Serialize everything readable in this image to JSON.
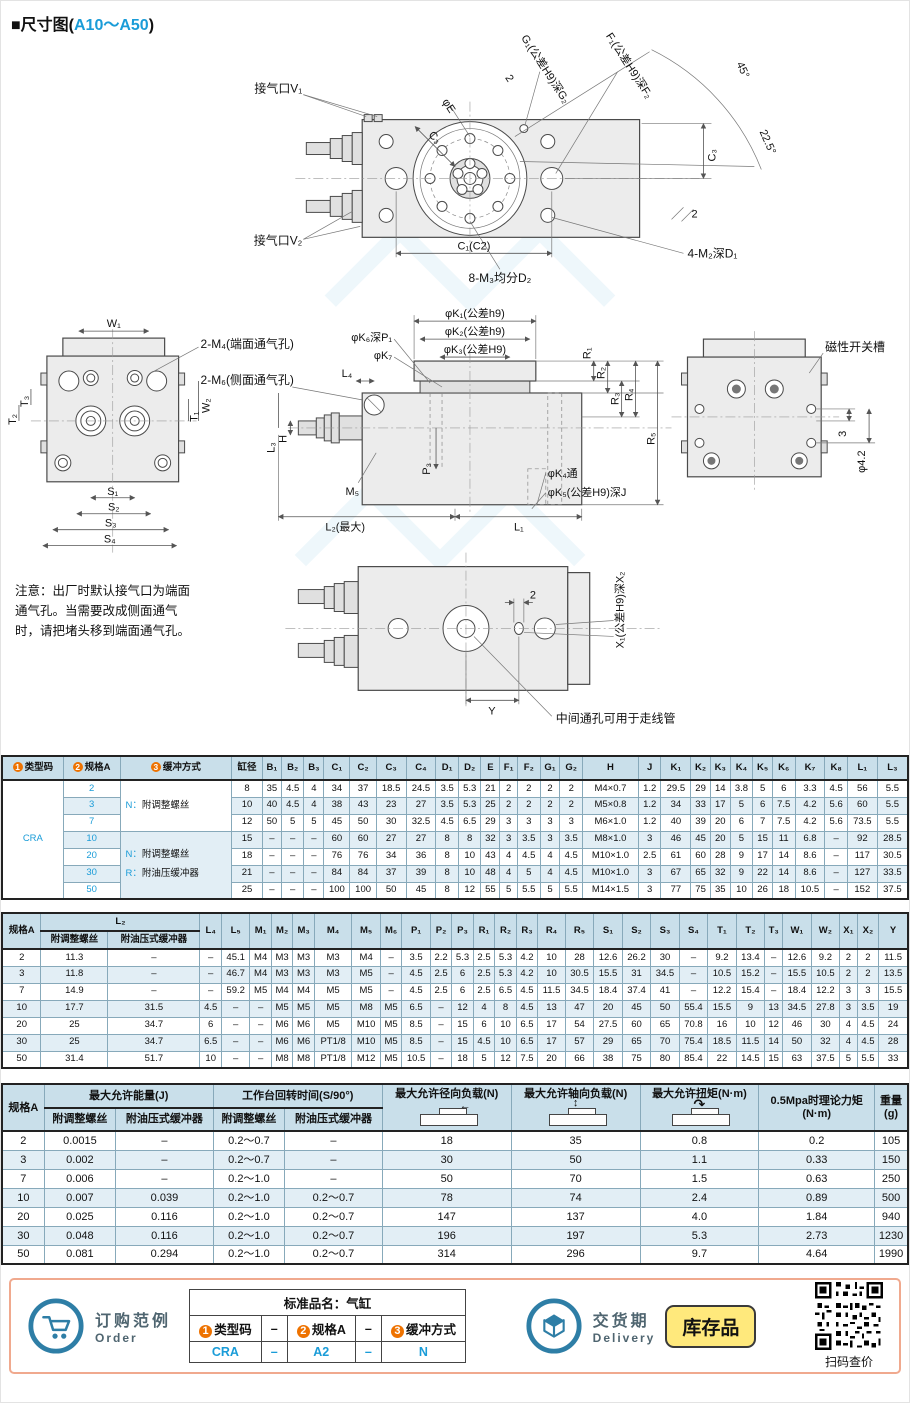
{
  "page": {
    "title_black": "■尺寸图(",
    "title_range": "A10～A50",
    "title_close": ")"
  },
  "icons": {
    "radial": "←",
    "axial": "↕",
    "torque": "↷"
  },
  "drawing": {
    "note": "注意：出厂时默认接气口为端面通气孔。当需要改成侧面通气时，请把堵头移到端面通气孔。",
    "labels": {
      "port_v1": "接气口V₁",
      "port_v2": "接气口V₂",
      "c3_diag": "C₃",
      "phi_e": "φE",
      "two_top": "2",
      "g1": "G₁(公差H9)深G₂",
      "f1": "F₁(公差H9)深F₂",
      "deg45": "45°",
      "deg225": "22.5°",
      "c3_right": "C₃",
      "two_right": "2",
      "c1c2": "C₁(C2)",
      "m2d1": "4-M₂深D₁",
      "m3d2": "8-M₃均分D₂",
      "w1": "W₁",
      "m4_port": "2-M₄(端面通气孔)",
      "m6_port": "2-M₆(侧面通气孔)",
      "t3": "T₃",
      "t2": "T₂",
      "w2": "W₂",
      "t1": "T₁",
      "s1": "S₁",
      "s2": "S₂",
      "s3": "S₃",
      "s4": "S₄",
      "k6p1": "φK₆深P₁",
      "k7": "φK₇",
      "l4": "L₄",
      "k1": "φK₁(公差h9)",
      "k2": "φK₂(公差h9)",
      "k3": "φK₃(公差H9)",
      "r1": "R₁",
      "r2": "R₂",
      "r3": "R₃",
      "r4": "R₄",
      "r5": "R₅",
      "h": "H",
      "l3": "L₃",
      "m5": "M₅",
      "p3": "P₃",
      "k4": "φK₄通",
      "k5j": "φK₅(公差H9)深J",
      "l2max": "L₂(最大)",
      "l1": "L₁",
      "sensor_slot": "磁性开关槽",
      "three": "3",
      "phi42": "φ4.2",
      "x1x2": "X₁(公差H9)深X₂",
      "two_bottom": "2",
      "y": "Y",
      "center_hole": "中间通孔可用于走线管"
    }
  },
  "table1": {
    "head": [
      [
        {
          "t": "类型码",
          "badge": "1"
        },
        {
          "t": "规格A",
          "badge": "2"
        },
        {
          "t": "缓冲方式",
          "badge": "3"
        },
        "缸径",
        "B₁",
        "B₂",
        "B₃",
        "C₁",
        "C₂",
        "C₃",
        "C₄",
        "D₁",
        "D₂",
        "E",
        "F₁",
        "F₂",
        "G₁",
        "G₂",
        "H",
        "J",
        "K₁",
        "K₂",
        "K₃",
        "K₄",
        "K₅",
        "K₆",
        "K₇",
        "K₈",
        "L₁",
        "L₃"
      ]
    ],
    "body": [
      [
        {
          "t": "CRA",
          "rowspan": 7,
          "cls": "blue"
        },
        {
          "t": "2",
          "cls": "blue"
        },
        {
          "t": "N：附调整螺丝",
          "rowspan": 3,
          "cls": "buffer"
        },
        "8",
        "35",
        "4.5",
        "4",
        "34",
        "37",
        "18.5",
        "24.5",
        "3.5",
        "5.3",
        "21",
        "2",
        "2",
        "2",
        "2",
        "M4×0.7",
        "1.2",
        "29.5",
        "29",
        "14",
        "3.8",
        "5",
        "6",
        "3.3",
        "4.5",
        "56",
        "5.5"
      ],
      [
        {
          "t": "3",
          "cls": "blue"
        },
        "10",
        "40",
        "4.5",
        "4",
        "38",
        "43",
        "23",
        "27",
        "3.5",
        "5.3",
        "25",
        "2",
        "2",
        "2",
        "2",
        "M5×0.8",
        "1.2",
        "34",
        "33",
        "17",
        "5",
        "6",
        "7.5",
        "4.2",
        "5.6",
        "60",
        "5.5"
      ],
      [
        {
          "t": "7",
          "cls": "blue"
        },
        "12",
        "50",
        "5",
        "5",
        "45",
        "50",
        "30",
        "32.5",
        "4.5",
        "6.5",
        "29",
        "3",
        "3",
        "3",
        "3",
        "M6×1.0",
        "1.2",
        "40",
        "39",
        "20",
        "6",
        "7",
        "7.5",
        "4.2",
        "5.6",
        "73.5",
        "5.5"
      ],
      [
        {
          "t": "10",
          "cls": "blue"
        },
        {
          "lines": [
            "N：附调整螺丝",
            "R：附油压缓冲器"
          ],
          "rowspan": 4,
          "cls": "buffer"
        },
        "15",
        "–",
        "–",
        "–",
        "60",
        "60",
        "27",
        "27",
        "8",
        "8",
        "32",
        "3",
        "3.5",
        "3",
        "3.5",
        "M8×1.0",
        "3",
        "46",
        "45",
        "20",
        "5",
        "15",
        "11",
        "6.8",
        "–",
        "92",
        "28.5"
      ],
      [
        {
          "t": "20",
          "cls": "blue"
        },
        "18",
        "–",
        "–",
        "–",
        "76",
        "76",
        "34",
        "36",
        "8",
        "10",
        "43",
        "4",
        "4.5",
        "4",
        "4.5",
        "M10×1.0",
        "2.5",
        "61",
        "60",
        "28",
        "9",
        "17",
        "14",
        "8.6",
        "–",
        "117",
        "30.5"
      ],
      [
        {
          "t": "30",
          "cls": "blue"
        },
        "21",
        "–",
        "–",
        "–",
        "84",
        "84",
        "37",
        "39",
        "8",
        "10",
        "48",
        "4",
        "5",
        "4",
        "4.5",
        "M10×1.0",
        "3",
        "67",
        "65",
        "32",
        "9",
        "22",
        "14",
        "8.6",
        "–",
        "127",
        "33.5"
      ],
      [
        {
          "t": "50",
          "cls": "blue"
        },
        "25",
        "–",
        "–",
        "–",
        "100",
        "100",
        "50",
        "45",
        "8",
        "12",
        "55",
        "5",
        "5.5",
        "5",
        "5.5",
        "M14×1.5",
        "3",
        "77",
        "75",
        "35",
        "10",
        "26",
        "18",
        "10.5",
        "–",
        "152",
        "37.5"
      ]
    ]
  },
  "table2": {
    "head": [
      [
        {
          "t": "规格A",
          "rowspan": 2
        },
        {
          "t": "L₂",
          "colspan": 2
        },
        {
          "t": "L₄",
          "rowspan": 2
        },
        {
          "t": "L₅",
          "rowspan": 2
        },
        {
          "t": "M₁",
          "rowspan": 2
        },
        {
          "t": "M₂",
          "rowspan": 2
        },
        {
          "t": "M₃",
          "rowspan": 2
        },
        {
          "t": "M₄",
          "rowspan": 2
        },
        {
          "t": "M₅",
          "rowspan": 2
        },
        {
          "t": "M₆",
          "rowspan": 2
        },
        {
          "t": "P₁",
          "rowspan": 2
        },
        {
          "t": "P₂",
          "rowspan": 2
        },
        {
          "t": "P₃",
          "rowspan": 2
        },
        {
          "t": "R₁",
          "rowspan": 2
        },
        {
          "t": "R₂",
          "rowspan": 2
        },
        {
          "t": "R₃",
          "rowspan": 2
        },
        {
          "t": "R₄",
          "rowspan": 2
        },
        {
          "t": "R₅",
          "rowspan": 2
        },
        {
          "t": "S₁",
          "rowspan": 2
        },
        {
          "t": "S₂",
          "rowspan": 2
        },
        {
          "t": "S₃",
          "rowspan": 2
        },
        {
          "t": "S₄",
          "rowspan": 2
        },
        {
          "t": "T₁",
          "rowspan": 2
        },
        {
          "t": "T₂",
          "rowspan": 2
        },
        {
          "t": "T₃",
          "rowspan": 2
        },
        {
          "t": "W₁",
          "rowspan": 2
        },
        {
          "t": "W₂",
          "rowspan": 2
        },
        {
          "t": "X₁",
          "rowspan": 2
        },
        {
          "t": "X₂",
          "rowspan": 2
        },
        {
          "t": "Y",
          "rowspan": 2
        }
      ],
      [
        "附调整螺丝",
        "附油压式缓冲器"
      ]
    ],
    "body": [
      [
        "2",
        "11.3",
        "–",
        "–",
        "45.1",
        "M4",
        "M3",
        "M3",
        "M3",
        "M4",
        "–",
        "3.5",
        "2.2",
        "5.3",
        "2.5",
        "5.3",
        "4.2",
        "10",
        "28",
        "12.6",
        "26.2",
        "30",
        "–",
        "9.2",
        "13.4",
        "–",
        "12.6",
        "9.2",
        "2",
        "2",
        "11.5"
      ],
      [
        "3",
        "11.8",
        "–",
        "–",
        "46.7",
        "M4",
        "M3",
        "M3",
        "M3",
        "M5",
        "–",
        "4.5",
        "2.5",
        "6",
        "2.5",
        "5.3",
        "4.2",
        "10",
        "30.5",
        "15.5",
        "31",
        "34.5",
        "–",
        "10.5",
        "15.2",
        "–",
        "15.5",
        "10.5",
        "2",
        "2",
        "13.5"
      ],
      [
        "7",
        "14.9",
        "–",
        "–",
        "59.2",
        "M5",
        "M4",
        "M4",
        "M5",
        "M5",
        "–",
        "4.5",
        "2.5",
        "6",
        "2.5",
        "6.5",
        "4.5",
        "11.5",
        "34.5",
        "18.4",
        "37.4",
        "41",
        "–",
        "12.2",
        "15.4",
        "–",
        "18.4",
        "12.2",
        "3",
        "3",
        "15.5"
      ],
      [
        "10",
        "17.7",
        "31.5",
        "4.5",
        "–",
        "–",
        "M5",
        "M5",
        "M5",
        "M8",
        "M5",
        "6.5",
        "–",
        "12",
        "4",
        "8",
        "4.5",
        "13",
        "47",
        "20",
        "45",
        "50",
        "55.4",
        "15.5",
        "9",
        "13",
        "34.5",
        "27.8",
        "3",
        "3.5",
        "19"
      ],
      [
        "20",
        "25",
        "34.7",
        "6",
        "–",
        "–",
        "M6",
        "M6",
        "M5",
        "M10",
        "M5",
        "8.5",
        "–",
        "15",
        "6",
        "10",
        "6.5",
        "17",
        "54",
        "27.5",
        "60",
        "65",
        "70.8",
        "16",
        "10",
        "12",
        "46",
        "30",
        "4",
        "4.5",
        "24"
      ],
      [
        "30",
        "25",
        "34.7",
        "6.5",
        "–",
        "–",
        "M6",
        "M6",
        "PT1/8",
        "M10",
        "M5",
        "8.5",
        "–",
        "15",
        "4.5",
        "10",
        "6.5",
        "17",
        "57",
        "29",
        "65",
        "70",
        "75.4",
        "18.5",
        "11.5",
        "14",
        "50",
        "32",
        "4",
        "4.5",
        "28"
      ],
      [
        "50",
        "31.4",
        "51.7",
        "10",
        "–",
        "–",
        "M8",
        "M8",
        "PT1/8",
        "M12",
        "M5",
        "10.5",
        "–",
        "18",
        "5",
        "12",
        "7.5",
        "20",
        "66",
        "38",
        "75",
        "80",
        "85.4",
        "22",
        "14.5",
        "15",
        "63",
        "37.5",
        "5",
        "5.5",
        "33"
      ]
    ]
  },
  "table3": {
    "head": [
      [
        {
          "t": "规格A",
          "rowspan": 2
        },
        {
          "t": "最大允许能量(J)",
          "colspan": 2
        },
        {
          "t": "工作台回转时间(S/90°)",
          "colspan": 2
        },
        {
          "t": "最大允许径向负载(N)",
          "rowspan": 2,
          "icon": "radial"
        },
        {
          "t": "最大允许轴向负载(N)",
          "rowspan": 2,
          "icon": "axial"
        },
        {
          "t": "最大允许扭矩(N·m)",
          "rowspan": 2,
          "icon": "torque"
        },
        {
          "t": "0.5Mpa时理论力矩\n(N·m)",
          "rowspan": 2
        },
        {
          "t": "重量\n(g)",
          "rowspan": 2
        }
      ],
      [
        "附调整螺丝",
        "附油压式缓冲器",
        "附调整螺丝",
        "附油压式缓冲器"
      ]
    ],
    "body": [
      [
        "2",
        "0.0015",
        "–",
        "0.2～0.7",
        "–",
        "18",
        "35",
        "0.8",
        "0.2",
        "105"
      ],
      [
        "3",
        "0.002",
        "–",
        "0.2～0.7",
        "–",
        "30",
        "50",
        "1.1",
        "0.33",
        "150"
      ],
      [
        "7",
        "0.006",
        "–",
        "0.2～1.0",
        "–",
        "50",
        "70",
        "1.5",
        "0.63",
        "250"
      ],
      [
        "10",
        "0.007",
        "0.039",
        "0.2～1.0",
        "0.2～0.7",
        "78",
        "74",
        "2.4",
        "0.89",
        "500"
      ],
      [
        "20",
        "0.025",
        "0.116",
        "0.2～1.0",
        "0.2～0.7",
        "147",
        "137",
        "4.0",
        "1.84",
        "940"
      ],
      [
        "30",
        "0.048",
        "0.116",
        "0.2～1.0",
        "0.2～0.7",
        "196",
        "197",
        "5.3",
        "2.73",
        "1230"
      ],
      [
        "50",
        "0.081",
        "0.294",
        "0.2～1.0",
        "0.2～0.7",
        "314",
        "296",
        "9.7",
        "4.64",
        "1990"
      ]
    ]
  },
  "footer": {
    "order": {
      "title": "订购范例",
      "subtitle": "Order",
      "table": {
        "head": [
          [
            {
              "t": "标准品名：气缸",
              "colspan": 5
            }
          ],
          [
            {
              "t": "类型码",
              "badge": "1"
            },
            {
              "t": "–"
            },
            {
              "t": "规格A",
              "badge": "2"
            },
            {
              "t": "–"
            },
            {
              "t": "缓冲方式",
              "badge": "3"
            }
          ]
        ],
        "body": [
          [
            {
              "t": "CRA",
              "cls": "blue"
            },
            {
              "t": "–",
              "cls": "blue"
            },
            {
              "t": "A2",
              "cls": "blue"
            },
            {
              "t": "–",
              "cls": "blue"
            },
            {
              "t": "N",
              "cls": "blue"
            }
          ]
        ]
      }
    },
    "delivery": {
      "title": "交货期",
      "subtitle": "Delivery",
      "badge": "库存品",
      "qr_caption": "扫码查价"
    }
  }
}
